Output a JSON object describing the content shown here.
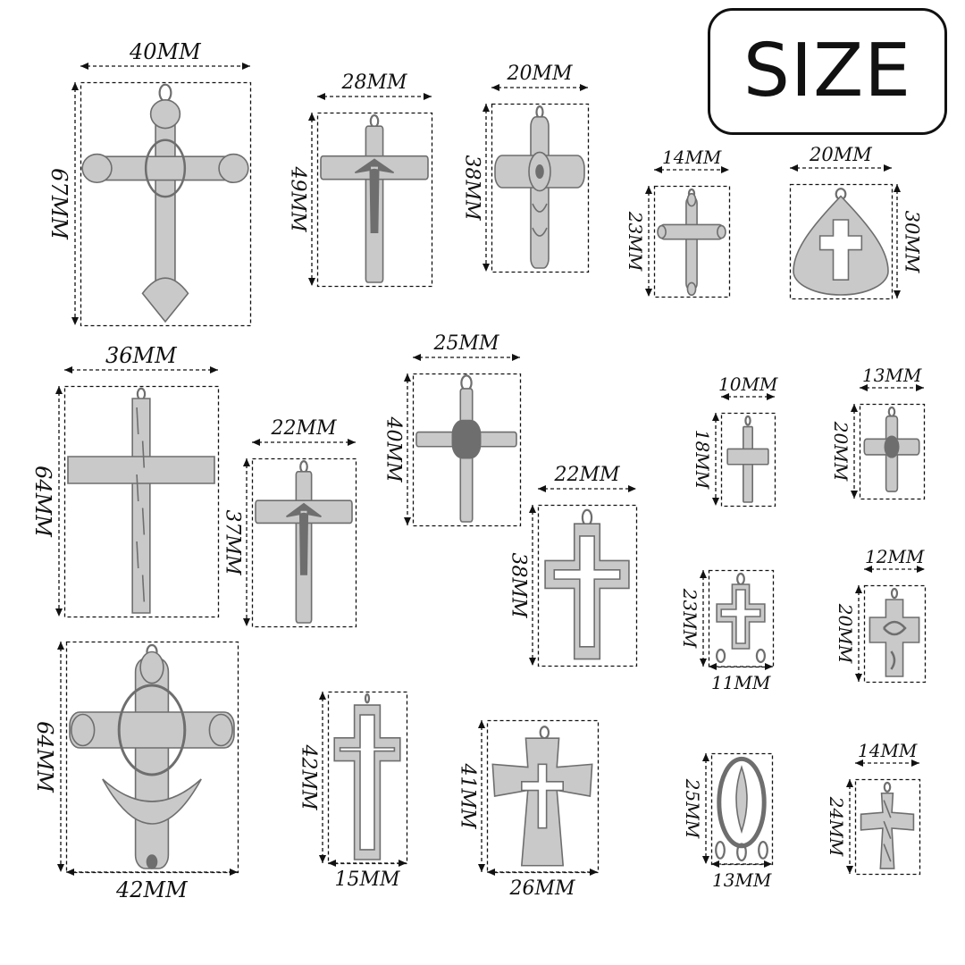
{
  "badge": {
    "label": "SIZE"
  },
  "colors": {
    "metal": "#c9c9c9",
    "metal_dark": "#6e6e6e",
    "line": "#111111"
  },
  "pendants": [
    {
      "name": "ornate-fleur-cross",
      "icon": "fleur-cross-icon",
      "width": "40MM",
      "height": "67MM"
    },
    {
      "name": "crucifix-small-bar",
      "icon": "crucifix-icon",
      "width": "28MM",
      "height": "49MM"
    },
    {
      "name": "filigree-cross",
      "icon": "filigree-cross-icon",
      "width": "20MM",
      "height": "38MM"
    },
    {
      "name": "mini-budded-cross",
      "icon": "budded-cross-icon",
      "width": "14MM",
      "height": "23MM"
    },
    {
      "name": "teardrop-cutout-cross",
      "icon": "teardrop-cross-icon",
      "width": "20MM",
      "height": "30MM"
    },
    {
      "name": "wood-grain-cross",
      "icon": "wood-cross-icon",
      "width": "36MM",
      "height": "64MM"
    },
    {
      "name": "crucifix-fleur",
      "icon": "crucifix-icon",
      "width": "22MM",
      "height": "37MM"
    },
    {
      "name": "wrapped-nail-cross",
      "icon": "nail-cross-icon",
      "width": "25MM",
      "height": "40MM"
    },
    {
      "name": "outline-budded-cross",
      "icon": "outline-cross-icon",
      "width": "22MM",
      "height": "38MM"
    },
    {
      "name": "tiny-plain-cross",
      "icon": "plain-cross-icon",
      "width": "10MM",
      "height": "18MM"
    },
    {
      "name": "small-knot-cross",
      "icon": "knot-cross-icon",
      "width": "13MM",
      "height": "20MM"
    },
    {
      "name": "connector-cross",
      "icon": "connector-cross-icon",
      "width": "11MM",
      "height": "23MM"
    },
    {
      "name": "scroll-cross",
      "icon": "scroll-cross-icon",
      "width": "12MM",
      "height": "20MM"
    },
    {
      "name": "baroque-cross",
      "icon": "baroque-cross-icon",
      "width": "42MM",
      "height": "64MM"
    },
    {
      "name": "open-frame-cross",
      "icon": "frame-cross-icon",
      "width": "15MM",
      "height": "42MM"
    },
    {
      "name": "flared-cutout-cross",
      "icon": "flared-cross-icon",
      "width": "26MM",
      "height": "41MM"
    },
    {
      "name": "oval-rosary-center",
      "icon": "rosary-center-icon",
      "width": "13MM",
      "height": "25MM"
    },
    {
      "name": "twisted-cross",
      "icon": "twisted-cross-icon",
      "width": "14MM",
      "height": "24MM"
    }
  ]
}
